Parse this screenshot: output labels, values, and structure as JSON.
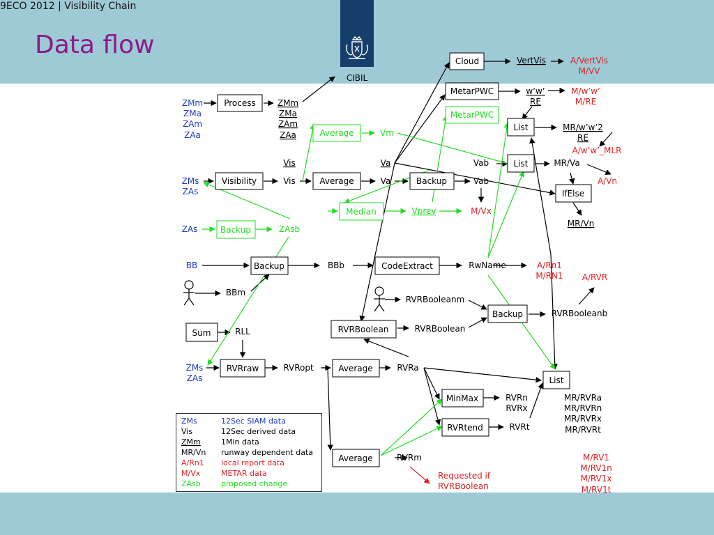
{
  "header": {
    "text": "ECO 2012 | Visibility Chain",
    "page_number": "9",
    "title": "Data flow",
    "logo_caption": "CIBIL"
  },
  "colors": {
    "band": "#9ecad5",
    "title": "#8b1a89",
    "logo_bg": "#153e6a",
    "blue": "#1f3cc9",
    "red": "#e02020",
    "green": "#22dd22",
    "black": "#000000"
  },
  "boxes": [
    {
      "id": "cloud",
      "label": "Cloud"
    },
    {
      "id": "metarpwc1",
      "label": "MetarPWC"
    },
    {
      "id": "metarpwc2",
      "label": "MetarPWC"
    },
    {
      "id": "process",
      "label": "Process"
    },
    {
      "id": "average-vm",
      "label": "Average"
    },
    {
      "id": "list1",
      "label": "List"
    },
    {
      "id": "list2",
      "label": "List"
    },
    {
      "id": "visibility",
      "label": "Visibility"
    },
    {
      "id": "average-va",
      "label": "Average"
    },
    {
      "id": "backup-vab",
      "label": "Backup"
    },
    {
      "id": "ifelse",
      "label": "IfElse"
    },
    {
      "id": "median",
      "label": "Median"
    },
    {
      "id": "backup-zasb",
      "label": "Backup"
    },
    {
      "id": "backup-bb",
      "label": "Backup"
    },
    {
      "id": "codeextract",
      "label": "CodeExtract"
    },
    {
      "id": "rvrboolean",
      "label": "RVRBoolean"
    },
    {
      "id": "backup-rvr",
      "label": "Backup"
    },
    {
      "id": "sum",
      "label": "Sum"
    },
    {
      "id": "rvrraw",
      "label": "RVRraw"
    },
    {
      "id": "average-rvra",
      "label": "Average"
    },
    {
      "id": "list3",
      "label": "List"
    },
    {
      "id": "minmax",
      "label": "MinMax"
    },
    {
      "id": "rvrtend",
      "label": "RVRtend"
    },
    {
      "id": "average-rvrm",
      "label": "Average"
    }
  ],
  "labels": [
    {
      "id": "vertvis",
      "text": "VertVis"
    },
    {
      "id": "a-vertvis",
      "text": "A/VertVis"
    },
    {
      "id": "m-vv",
      "text": "M/VV"
    },
    {
      "id": "www",
      "text": "w’w’"
    },
    {
      "id": "re1",
      "text": "RE"
    },
    {
      "id": "m-www",
      "text": "M/w’w’"
    },
    {
      "id": "m-re",
      "text": "M/RE"
    },
    {
      "id": "zmm-in",
      "text": "ZMm"
    },
    {
      "id": "zma-in",
      "text": "ZMa"
    },
    {
      "id": "zam-in",
      "text": "ZAm"
    },
    {
      "id": "zaa-in",
      "text": "ZAa"
    },
    {
      "id": "zmm-out",
      "text": "ZMm"
    },
    {
      "id": "zma-out",
      "text": "ZMa"
    },
    {
      "id": "zam-out",
      "text": "ZAm"
    },
    {
      "id": "zaa-out",
      "text": "ZAa"
    },
    {
      "id": "vm",
      "text": "Vm"
    },
    {
      "id": "mr-www2",
      "text": "MR/w’w’2"
    },
    {
      "id": "re2",
      "text": "RE"
    },
    {
      "id": "a-www-mlr",
      "text": "A/w’w’_MLR"
    },
    {
      "id": "vis-u",
      "text": "Vis"
    },
    {
      "id": "va-u",
      "text": "Va"
    },
    {
      "id": "vab-1",
      "text": "Vab"
    },
    {
      "id": "mr-va",
      "text": "MR/Va"
    },
    {
      "id": "a-vn",
      "text": "A/Vn"
    },
    {
      "id": "zms-1",
      "text": "ZMs"
    },
    {
      "id": "zas-1",
      "text": "ZAs"
    },
    {
      "id": "vis",
      "text": "Vis"
    },
    {
      "id": "va",
      "text": "Va"
    },
    {
      "id": "vab-2",
      "text": "Vab"
    },
    {
      "id": "vprev",
      "text": "Vprev"
    },
    {
      "id": "m-vx",
      "text": "M/Vx"
    },
    {
      "id": "mr-vn",
      "text": "MR/Vn"
    },
    {
      "id": "zas-2",
      "text": "ZAs"
    },
    {
      "id": "zasb",
      "text": "ZAsb"
    },
    {
      "id": "bb",
      "text": "BB"
    },
    {
      "id": "bbb",
      "text": "BBb"
    },
    {
      "id": "rwname",
      "text": "RwName"
    },
    {
      "id": "a-rn1",
      "text": "A/Rn1"
    },
    {
      "id": "m-rn1",
      "text": "M/RN1"
    },
    {
      "id": "a-rvr",
      "text": "A/RVR"
    },
    {
      "id": "bbm",
      "text": "BBm"
    },
    {
      "id": "rvrbooleanm",
      "text": "RVRBooleanm"
    },
    {
      "id": "rvrbooleanb",
      "text": "RVRBooleanb"
    },
    {
      "id": "rvrboolean-out",
      "text": "RVRBoolean"
    },
    {
      "id": "rll",
      "text": "RLL"
    },
    {
      "id": "zms-3",
      "text": "ZMs"
    },
    {
      "id": "zas-3",
      "text": "ZAs"
    },
    {
      "id": "rvropt",
      "text": "RVRopt"
    },
    {
      "id": "rvra",
      "text": "RVRa"
    },
    {
      "id": "mr-rvra",
      "text": "MR/RVRa"
    },
    {
      "id": "mr-rvrn",
      "text": "MR/RVRn"
    },
    {
      "id": "mr-rvrx",
      "text": "MR/RVRx"
    },
    {
      "id": "mr-rvrt",
      "text": "MR/RVRt"
    },
    {
      "id": "rvrn",
      "text": "RVRn"
    },
    {
      "id": "rvrx",
      "text": "RVRx"
    },
    {
      "id": "rvrt",
      "text": "RVRt"
    },
    {
      "id": "rvrm",
      "text": "RVRm"
    },
    {
      "id": "requested-1",
      "text": "Requested if"
    },
    {
      "id": "requested-2",
      "text": "RVRBoolean"
    },
    {
      "id": "m-rv1",
      "text": "M/RV1"
    },
    {
      "id": "m-rv1n",
      "text": "M/RV1n"
    },
    {
      "id": "m-rv1x",
      "text": "M/RV1x"
    },
    {
      "id": "m-rv1t",
      "text": "M/RV1t"
    }
  ],
  "legend": [
    {
      "key": "ZMs",
      "desc": "12Sec SIAM data"
    },
    {
      "key": "Vis",
      "desc": "12Sec derived data"
    },
    {
      "key": "ZMm",
      "desc": "1Min data"
    },
    {
      "key": "MR/Vn",
      "desc": "runway dependent data"
    },
    {
      "key": "A/Rn1",
      "desc": "local report data"
    },
    {
      "key": "M/Vx",
      "desc": "METAR data"
    },
    {
      "key": "ZAsb",
      "desc": "proposed change"
    }
  ]
}
